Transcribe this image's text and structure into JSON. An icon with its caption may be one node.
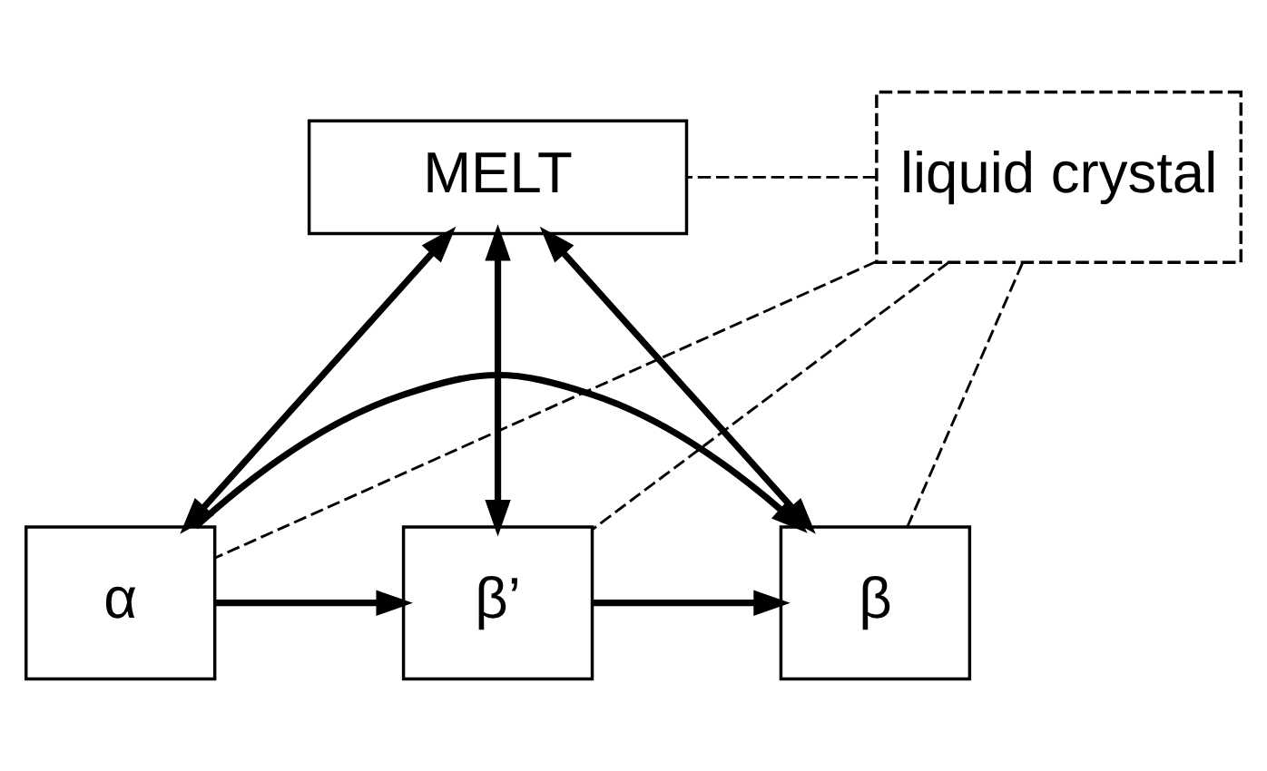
{
  "diagram": {
    "nodes": [
      {
        "text": [
          "MELT"
        ]
      },
      {
        "text": [
          "liquid crystal"
        ]
      },
      {
        "text": [
          "α"
        ]
      },
      {
        "text": [
          "β’"
        ]
      },
      {
        "text": [
          "β"
        ]
      }
    ],
    "edges": [
      {
        "from": 0,
        "to": 2,
        "arrow": "both"
      },
      {
        "from": 0,
        "to": 3,
        "arrow": "both"
      },
      {
        "from": 0,
        "to": 4,
        "arrow": "both"
      },
      {
        "from": 2,
        "to": 3,
        "arrow": "to"
      },
      {
        "from": 3,
        "to": 4,
        "arrow": "to"
      },
      {
        "from": 2,
        "to": 4,
        "arrow": "to"
      },
      {
        "from": 1,
        "to": 0,
        "arrow": "none",
        "style": "dashed"
      },
      {
        "from": 1,
        "to": 2,
        "arrow": "none",
        "style": "dashed"
      },
      {
        "from": 1,
        "to": 3,
        "arrow": "none",
        "style": "dashed"
      },
      {
        "from": 1,
        "to": 4,
        "arrow": "none",
        "style": "dashed"
      }
    ]
  }
}
